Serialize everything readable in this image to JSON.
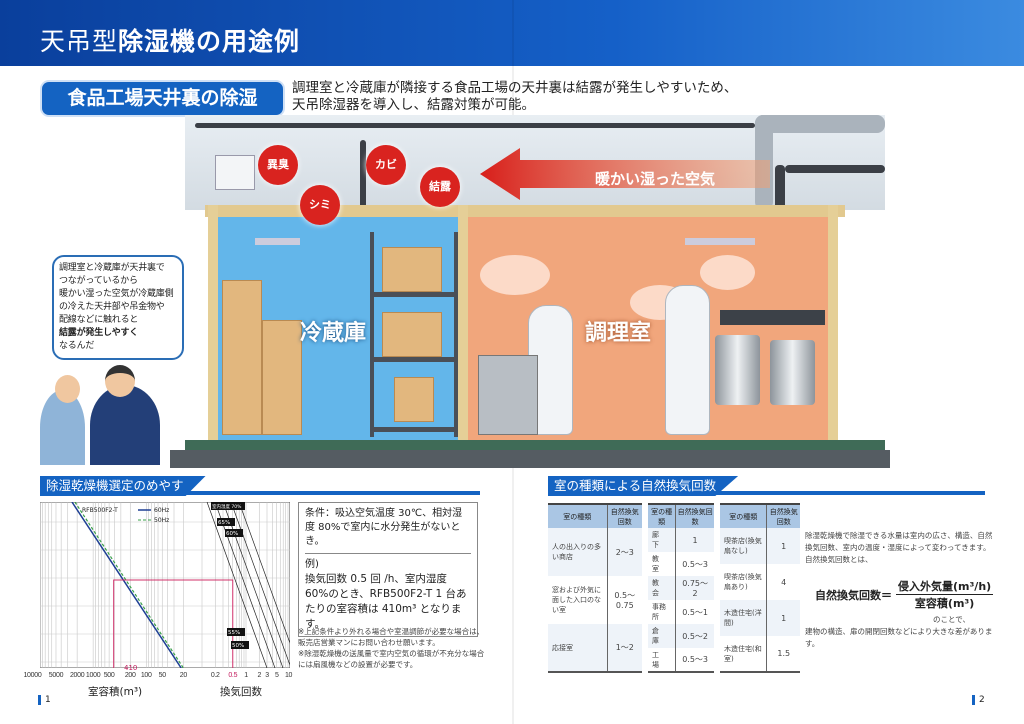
{
  "header": {
    "title_light": "天吊型",
    "title_bold": "除湿機の用途例"
  },
  "section1": {
    "badge": "食品工場天井裏の除湿",
    "description_line1": "調理室と冷蔵庫が隣接する食品工場の天井裏は結露が発生しやすいため、",
    "description_line2": "天吊除湿器を導入し、結露対策が可能。"
  },
  "illustration": {
    "hazards": [
      "異臭",
      "シミ",
      "カビ",
      "結露"
    ],
    "airflow_label": "暖かい湿った空気",
    "cold_room": "冷蔵庫",
    "kitchen": "調理室",
    "bubble_lines": [
      "調理室と冷蔵庫が天井裏で",
      "つながっているから",
      "暖かい湿った空気が冷蔵庫側",
      "の冷えた天井部や吊金物や",
      "配線などに触れると"
    ],
    "bubble_bold": "結露が発生しやすく",
    "bubble_end": "なるんだ"
  },
  "selection": {
    "title": "除湿乾燥機選定のめやす",
    "chart": {
      "model": "RFB500F2-T",
      "legend": [
        "60Hz",
        "50Hz"
      ],
      "humidity_labels": [
        "室内湿度 70%",
        "65%",
        "60%",
        "55%",
        "50%"
      ],
      "x_left_ticks": [
        "10000",
        "5000",
        "2000",
        "1000",
        "500",
        "200",
        "100",
        "50",
        "20"
      ],
      "x_right_ticks": [
        "0.2",
        "0.5",
        "1",
        "2",
        "3",
        "5",
        "10"
      ],
      "highlight_volume": "410",
      "xlabel_left": "室容積(m³)",
      "xlabel_right": "換気回数"
    },
    "condition": "条件：吸込空気温度 30℃、相対湿度 80%で室内に水分発生がないとき。",
    "example_label": "例)",
    "example": "換気回数 0.5 回 /h、室内湿度 60%のとき、RFB500F2-T 1 台あたりの室容積は 410m³ となります。",
    "notes": [
      "※上記条件より外れる場合や室温調節が必要な場合は、販売店営業マンにお問い合わせ願います。",
      "※除湿乾燥機の送風量で室内空気の循環が不充分な場合には扇風機などの設置が必要です。"
    ]
  },
  "ventilation": {
    "title": "室の種類による自然換気回数",
    "col_room": "室の種類",
    "col_rate": "自然換気回数",
    "table1": [
      {
        "room": "人の出入りの多い商店",
        "rate": "2～3"
      },
      {
        "room": "窓および外気に面した入口のない室",
        "rate": "0.5～0.75"
      },
      {
        "room": "応接室",
        "rate": "1～2"
      }
    ],
    "table2": [
      {
        "room": "廊　下",
        "rate": "1"
      },
      {
        "room": "教　室",
        "rate": "0.5～3"
      },
      {
        "room": "教　会",
        "rate": "0.75～2"
      },
      {
        "room": "事務所",
        "rate": "0.5～1"
      },
      {
        "room": "倉　庫",
        "rate": "0.5～2"
      },
      {
        "room": "工　場",
        "rate": "0.5～3"
      }
    ],
    "table3": [
      {
        "room": "喫茶店(換気扇なし)",
        "rate": "1"
      },
      {
        "room": "喫茶店(換気扇あり)",
        "rate": "4"
      },
      {
        "room": "木造住宅(洋間)",
        "rate": "1"
      },
      {
        "room": "木造住宅(和室)",
        "rate": "1.5"
      }
    ],
    "text1": "除湿乾燥機で除湿できる水量は室内の広さ、構造、自然換気回数、室内の温度・湿度によって変わってきます。",
    "text2": "自然換気回数とは、",
    "formula_left": "自然換気回数＝",
    "formula_num": "侵入外気量(m³/h)",
    "formula_den": "室容積(m³)",
    "text3": "のことで、",
    "text4": "建物の構造、扉の開閉回数などにより大きな差があります。"
  },
  "pages": {
    "left": "1",
    "right": "2"
  }
}
